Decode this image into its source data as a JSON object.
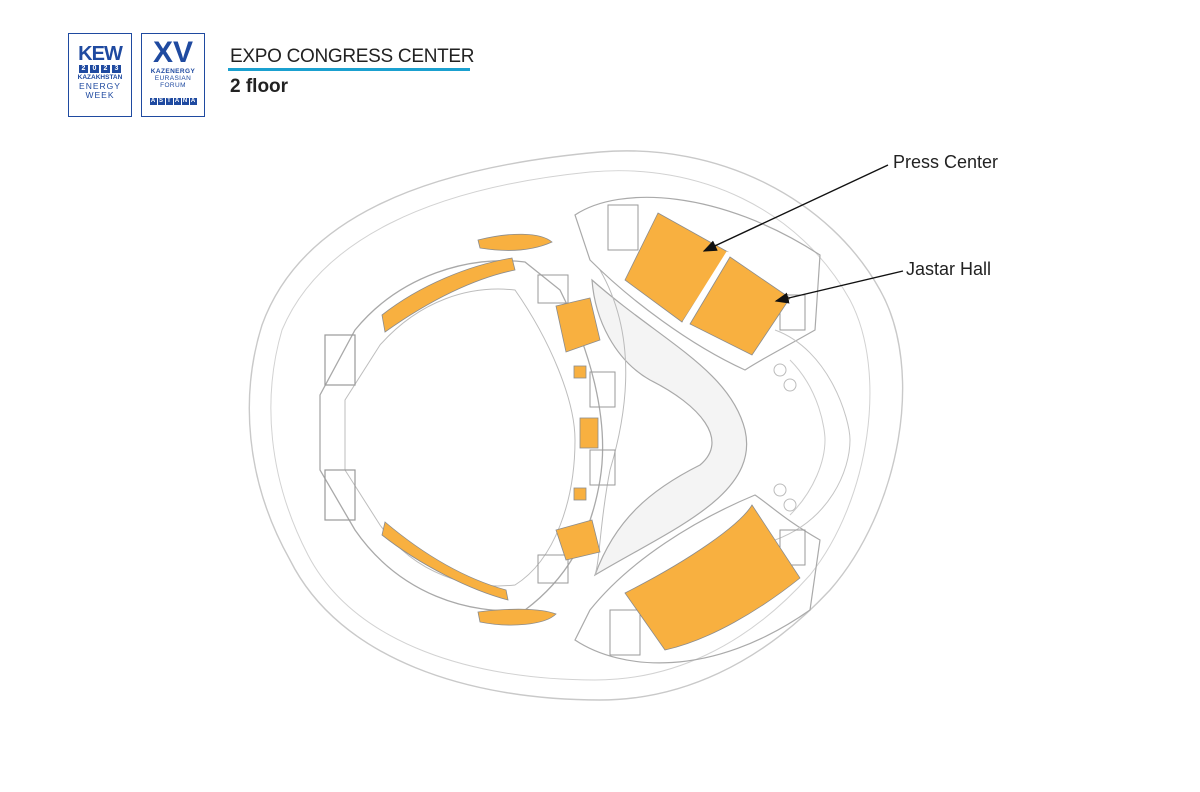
{
  "logos": {
    "kew": {
      "top": "KEW",
      "year": [
        "2",
        "0",
        "2",
        "3"
      ],
      "line1": "KAZAKHSTAN",
      "line2": "ENERGY",
      "line3": "WEEK"
    },
    "xv": {
      "numeral": "XV",
      "line1": "KAZENERGY",
      "line2": "EURASIAN",
      "line3": "FORUM",
      "city": [
        "A",
        "S",
        "T",
        "A",
        "N",
        "A"
      ]
    }
  },
  "header": {
    "title": "EXPO CONGRESS CENTER",
    "subtitle": "2 floor"
  },
  "callouts": {
    "press_center": "Press Center",
    "jastar_hall": "Jastar Hall"
  },
  "colors": {
    "hall_fill": "#F8B040",
    "outline": "#b8b8b8",
    "accent_rule": "#1aa0cf",
    "brand_blue": "#1f4aa0"
  }
}
